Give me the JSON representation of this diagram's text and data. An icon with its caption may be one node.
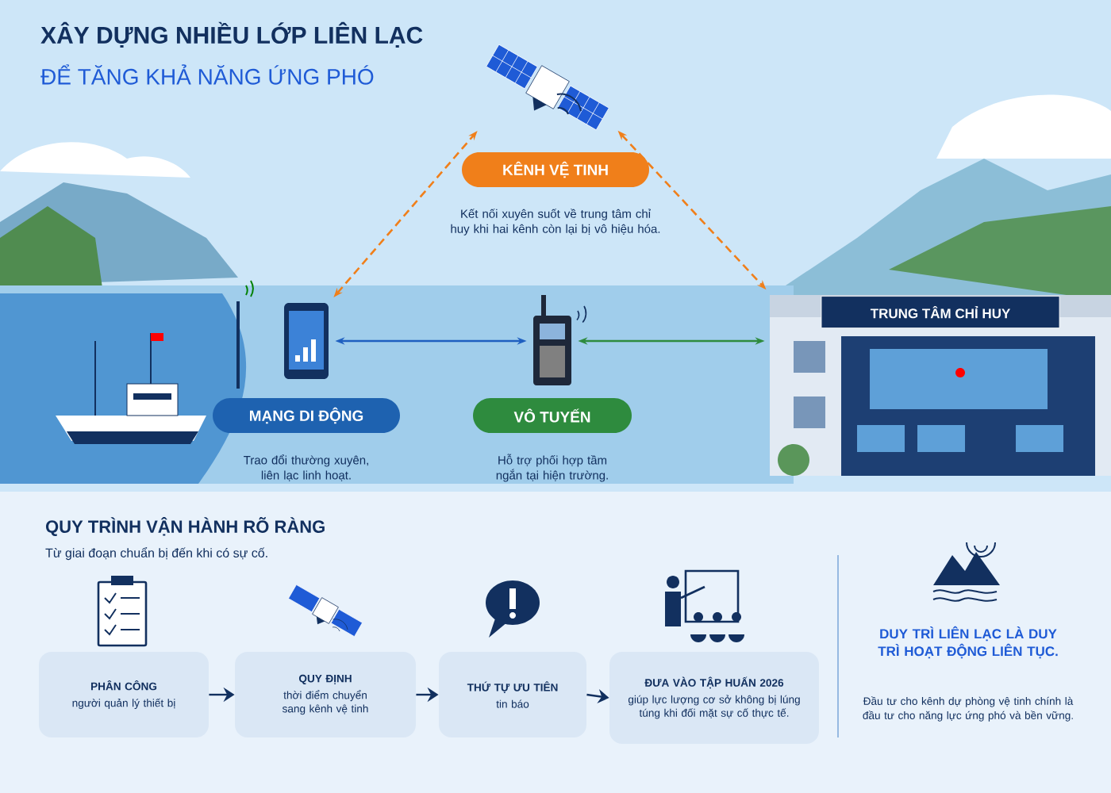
{
  "diagram": {
    "title": "XÂY DỰNG NHIỀU LỚP LIÊN LẠC",
    "nodes": [
      {
        "text": [],
        "shape": "picture"
      },
      {
        "text": [
          "KÊNH VỆ TINH"
        ],
        "beside": [
          "Kết nối xuyên suốt về trung tâm chỉ huy khi hai kênh còn lại bị vô hiệu hóa."
        ]
      },
      {
        "text": [],
        "shape": "picture"
      },
      {
        "text": [
          "MẠNG DI ĐỘNG"
        ],
        "beside": [
          "Trao đổi thường xuyên, liên lạc linh hoạt."
        ]
      },
      {
        "text": [],
        "shape": "picture"
      },
      {
        "text": [
          "VÔ TUYẾN"
        ],
        "beside": [
          "Hỗ trợ phối hợp tầm ngắn tại hiện trường."
        ]
      },
      {
        "text": [],
        "shape": "picture"
      },
      {
        "text": [
          "TRUNG TÂM CHỈ HUY"
        ],
        "in": 6
      },
      {
        "text": [
          "PHÂN CÔNG",
          "người quản lý thiết bị"
        ]
      },
      {
        "text": [
          "QUY ĐỊNH",
          "thời điểm chuyển sang kênh vệ tinh"
        ]
      },
      {
        "text": [
          "THỨ TỰ ƯU TIÊN",
          "tin báo"
        ]
      },
      {
        "text": [
          "ĐƯA VÀO TẬP HUẤN 2026",
          "giúp lực lượng cơ sở không bị lúng túng khi đối mặt sự cố thực tế."
        ]
      }
    ],
    "edges": [
      {
        "from": 2,
        "to": 0,
        "arrow": "both",
        "style": "dashed",
        "color": "#f07f1a"
      },
      {
        "from": 0,
        "to": 6,
        "arrow": "both",
        "style": "dashed",
        "color": "#f07f1a"
      },
      {
        "from": 2,
        "to": 4,
        "arrow": "both",
        "color": "#1f5fc0"
      },
      {
        "from": 4,
        "to": 6,
        "arrow": "both",
        "color": "#2e8b3e"
      },
      {
        "from": 8,
        "to": 9,
        "arrow": "to"
      },
      {
        "from": 9,
        "to": 10,
        "arrow": "to"
      },
      {
        "from": 10,
        "to": 11,
        "arrow": "to"
      }
    ],
    "labels": [
      "ĐỂ TĂNG KHẢ NĂNG ỨNG PHÓ",
      "QUY TRÌNH VẬN HÀNH RÕ RÀNG",
      "Từ giai đoạn chuẩn bị đến khi có sự cố.",
      "DUY TRÌ LIÊN LẠC LÀ DUY TRÌ HOẠT ĐỘNG LIÊN TỤC.",
      "Đầu tư cho kênh dự phòng vệ tinh chính là đầu tư cho năng lực ứng phó và bền vững."
    ]
  }
}
